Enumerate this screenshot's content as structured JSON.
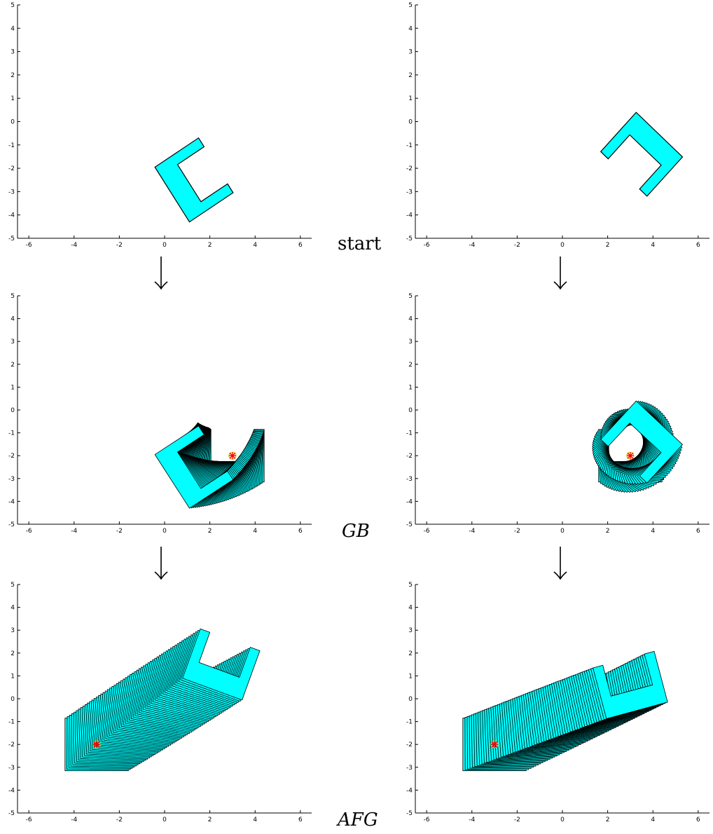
{
  "row_labels": [
    "start",
    "GB",
    "AFG"
  ],
  "colors": {
    "fill": "#00ffff",
    "stroke": "#000000",
    "start_marker": "#ff0000",
    "goal_marker": "#d4d400"
  },
  "chart_data": [
    {
      "type": "scatter",
      "panel": "start-left",
      "xlim": [
        -6.5,
        6.5
      ],
      "ylim": [
        -5,
        5
      ],
      "x_ticks": [
        -6,
        -4,
        -2,
        0,
        2,
        4,
        6
      ],
      "y_ticks": [
        -5,
        -4,
        -3,
        -2,
        -1,
        0,
        1,
        2,
        3,
        4,
        5
      ],
      "robot_pose": {
        "x": 1.3,
        "y": -2.5,
        "theta_deg": -57
      }
    },
    {
      "type": "scatter",
      "panel": "start-right",
      "xlim": [
        -6.5,
        6.5
      ],
      "ylim": [
        -5,
        5
      ],
      "x_ticks": [
        -6,
        -4,
        -2,
        0,
        2,
        4,
        6
      ],
      "y_ticks": [
        -5,
        -4,
        -3,
        -2,
        -1,
        0,
        1,
        2,
        3,
        4,
        5
      ],
      "robot_pose": {
        "x": 3.5,
        "y": -1.4,
        "theta_deg": 137
      }
    },
    {
      "type": "scatter",
      "panel": "gb-left",
      "xlim": [
        -6.5,
        6.5
      ],
      "ylim": [
        -5,
        5
      ],
      "x_ticks": [
        -6,
        -4,
        -2,
        0,
        2,
        4,
        6
      ],
      "y_ticks": [
        -5,
        -4,
        -3,
        -2,
        -1,
        0,
        1,
        2,
        3,
        4,
        5
      ],
      "marker": {
        "x": 3,
        "y": -2
      }
    },
    {
      "type": "scatter",
      "panel": "gb-right",
      "xlim": [
        -6.5,
        6.5
      ],
      "ylim": [
        -5,
        5
      ],
      "x_ticks": [
        -6,
        -4,
        -2,
        0,
        2,
        4,
        6
      ],
      "y_ticks": [
        -5,
        -4,
        -3,
        -2,
        -1,
        0,
        1,
        2,
        3,
        4,
        5
      ],
      "marker": {
        "x": 3,
        "y": -2
      }
    },
    {
      "type": "scatter",
      "panel": "afg-left",
      "xlim": [
        -6.5,
        6.5
      ],
      "ylim": [
        -5,
        5
      ],
      "x_ticks": [
        -6,
        -4,
        -2,
        0,
        2,
        4,
        6
      ],
      "y_ticks": [
        -5,
        -4,
        -3,
        -2,
        -1,
        0,
        1,
        2,
        3,
        4,
        5
      ],
      "marker": {
        "x": -3,
        "y": -2
      }
    },
    {
      "type": "scatter",
      "panel": "afg-right",
      "xlim": [
        -6.5,
        6.5
      ],
      "ylim": [
        -5,
        5
      ],
      "x_ticks": [
        -6,
        -4,
        -2,
        0,
        2,
        4,
        6
      ],
      "y_ticks": [
        -5,
        -4,
        -3,
        -2,
        -1,
        0,
        1,
        2,
        3,
        4,
        5
      ],
      "marker": {
        "x": -3,
        "y": -2
      }
    }
  ]
}
